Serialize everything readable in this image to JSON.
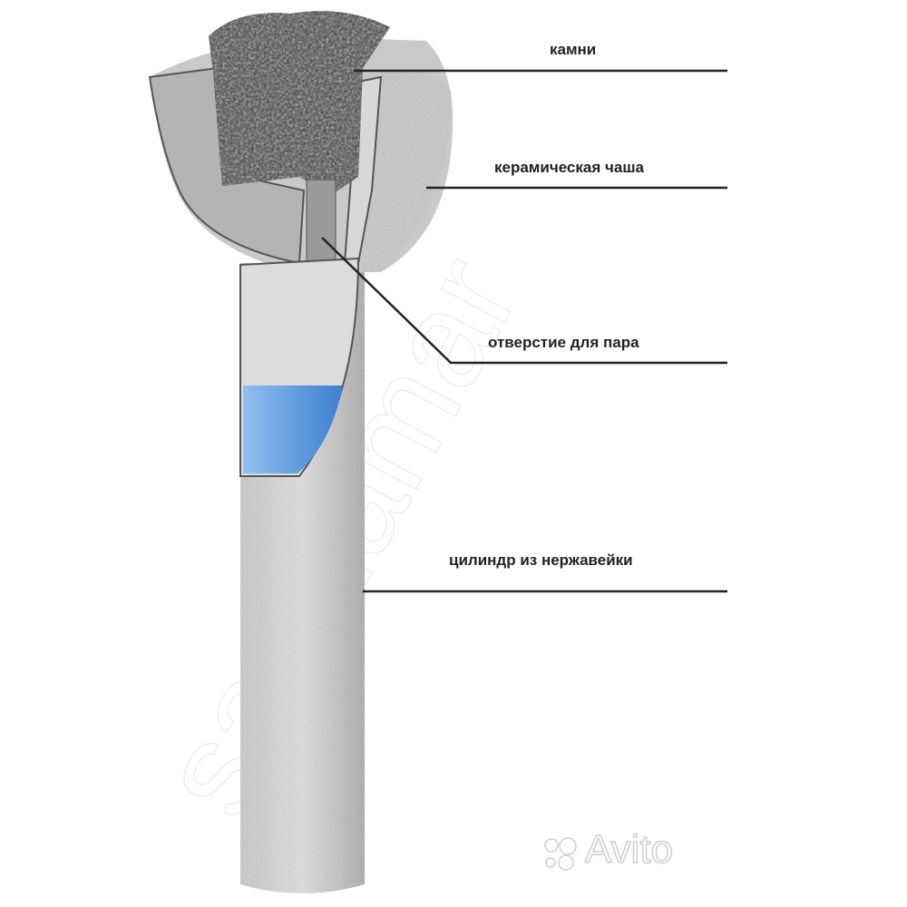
{
  "labels": {
    "stones": "камни",
    "bowl": "керамическая чаша",
    "steam_hole": "отверстие для пара",
    "cylinder": "цилиндр из нержавейки"
  },
  "watermarks": {
    "diagonal": "saunamar",
    "avito": "Avito"
  },
  "colors": {
    "water": "#5b9be0",
    "stone": "#3a3d40",
    "metal": "#b8b8b8",
    "line": "#222222"
  }
}
